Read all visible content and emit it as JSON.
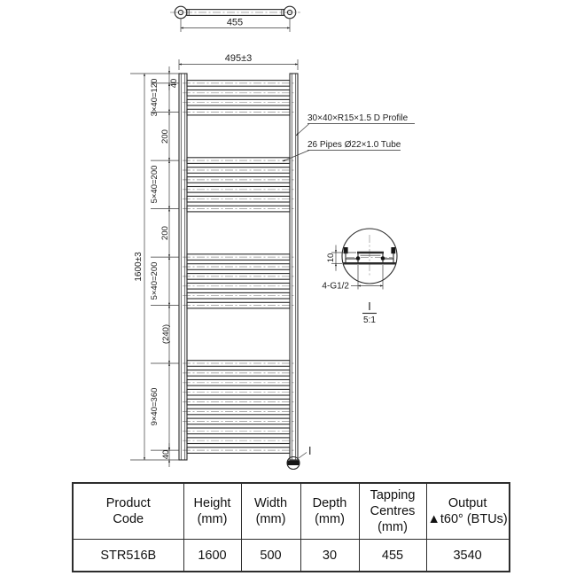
{
  "drawing": {
    "top_view": {
      "tapping_dim": "455"
    },
    "front_view": {
      "width_dim": "495±3",
      "height_dim": "1600±3",
      "dims": [
        "40",
        "3×40=120",
        "200",
        "5×40=200",
        "200",
        "5×40=200",
        "(240)",
        "9×40=360",
        "40"
      ],
      "profile_note": "30×40×R15×1.5 D Profile",
      "pipes_note": "26 Pipes Ø22×1.0 Tube",
      "detail_marker": "I"
    },
    "detail_view": {
      "height_dim": "10",
      "tapping_note": "4-G1/2",
      "section_label": "I",
      "scale_label": "5:1"
    }
  },
  "table": {
    "headers": [
      {
        "l1": "Product",
        "l2": "Code"
      },
      {
        "l1": "Height",
        "l2": "(mm)"
      },
      {
        "l1": "Width",
        "l2": "(mm)"
      },
      {
        "l1": "Depth",
        "l2": "(mm)"
      },
      {
        "l1": "Tapping",
        "l2": "Centres",
        "l3": "(mm)"
      },
      {
        "l1": "Output",
        "l2": "▲t60° (BTUs)"
      }
    ],
    "row": [
      "STR516B",
      "1600",
      "500",
      "30",
      "455",
      "3540"
    ]
  }
}
